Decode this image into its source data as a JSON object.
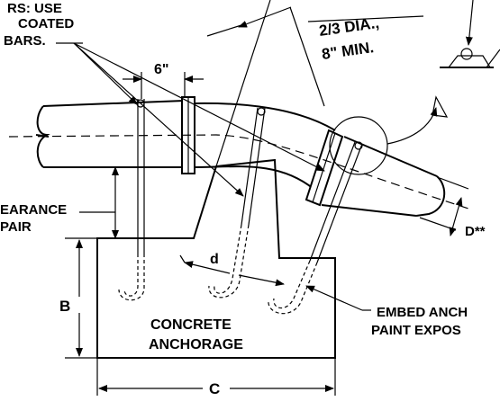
{
  "labels": {
    "rebar_note_line1": "RS: USE",
    "rebar_note_line2": "COATED",
    "rebar_note_line3": "BARS.",
    "dim_six_inch": "6\"",
    "dim_two_thirds": "2/3  DIA.,",
    "dim_eight_min": "8\"  MIN.",
    "clearance_line1": "EARANCE",
    "clearance_line2": "PAIR",
    "dim_d_small": "d",
    "dim_d_pipe": "D**",
    "dim_b": "B",
    "dim_c": "C",
    "concrete_line1": "CONCRETE",
    "concrete_line2": "ANCHORAGE",
    "embed_line1": "EMBED  ANCH",
    "embed_line2": "PAINT  EXPOS"
  }
}
